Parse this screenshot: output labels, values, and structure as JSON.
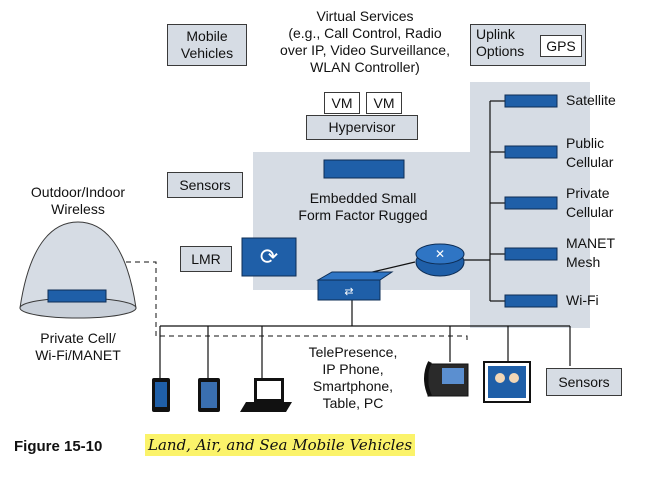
{
  "top": {
    "mobile_vehicles": "Mobile\nVehicles",
    "virtual_services": "Virtual Services\n(e.g., Call Control, Radio\nover IP, Video Surveillance,\nWLAN Controller)",
    "uplink_options": "Uplink\nOptions",
    "gps": "GPS"
  },
  "hypervisor": {
    "vm1": "VM",
    "vm2": "VM",
    "label": "Hypervisor"
  },
  "core": {
    "sensors_box": "Sensors",
    "embedded": "Embedded Small\nForm Factor Rugged",
    "lmr": "LMR"
  },
  "uplinks": [
    "Satellite",
    "Public\nCellular",
    "Private\nCellular",
    "MANET\nMesh",
    "Wi-Fi"
  ],
  "left": {
    "outdoor": "Outdoor/Indoor\nWireless",
    "private_cell": "Private Cell/\nWi-Fi/MANET"
  },
  "endpoints": {
    "telepresence": "TelePresence,\nIP Phone,\nSmartphone,\nTable, PC",
    "sensors_bottom": "Sensors"
  },
  "caption": {
    "figure": "Figure 15-10",
    "title": "Land, Air, and Sea Mobile Vehicles"
  },
  "colors": {
    "panel": "#d6dce4",
    "device": "#1f5fa8",
    "highlight": "#fbf36a"
  }
}
